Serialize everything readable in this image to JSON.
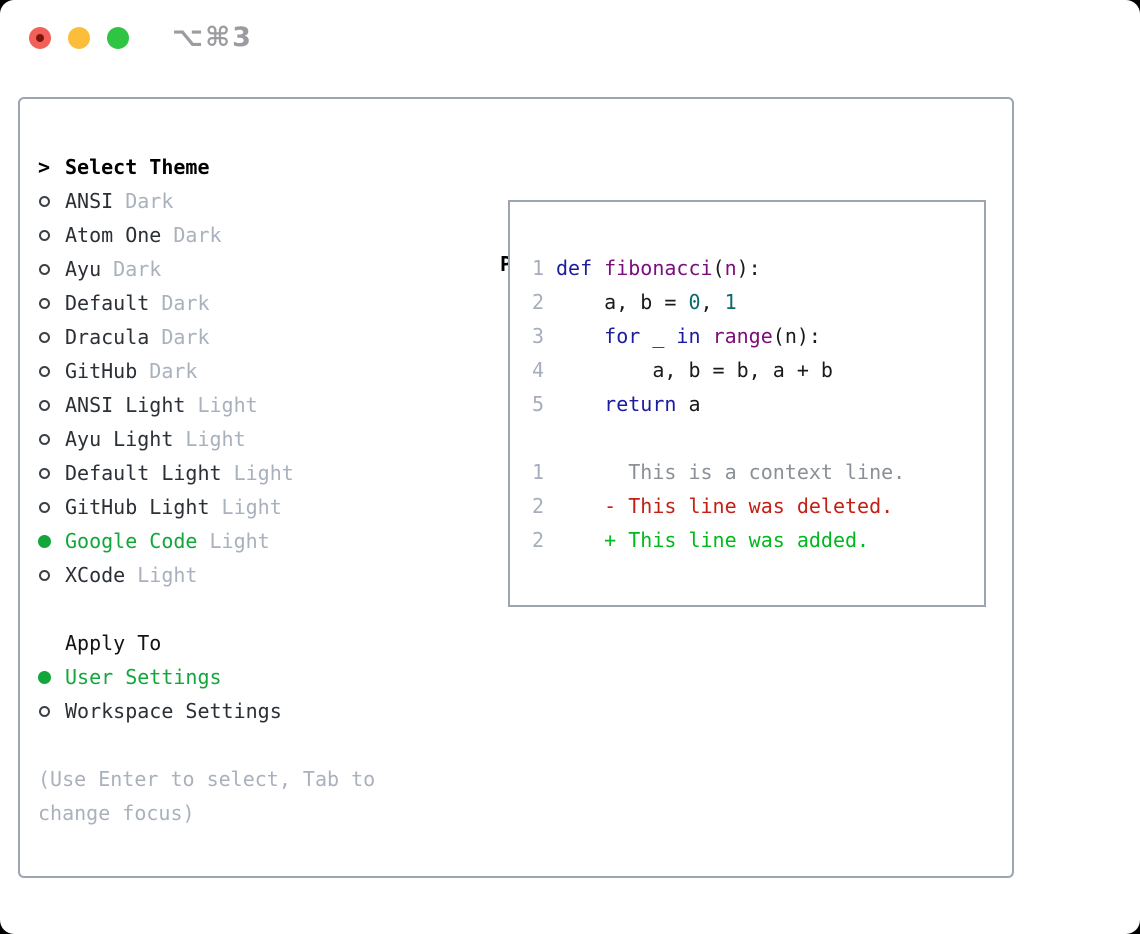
{
  "window": {
    "hotkey": "⌥⌘3",
    "traffic_lights": [
      "close",
      "minimize",
      "zoom"
    ]
  },
  "colors": {
    "accent_green": "#13a63a",
    "muted": "#a9b1bd",
    "panel_border": "#9da5b1",
    "keyword_blue": "#1c1c9f",
    "function_purple": "#7c0d7c",
    "number_teal": "#0a6a6a",
    "diff_red": "#c32015",
    "diff_green": "#02b91d",
    "diff_context_gray": "#8b9096"
  },
  "theme_list": {
    "prompt": ">",
    "header": "Select Theme",
    "items": [
      {
        "name": "ANSI",
        "variant": "Dark",
        "selected": false
      },
      {
        "name": "Atom One",
        "variant": "Dark",
        "selected": false
      },
      {
        "name": "Ayu",
        "variant": "Dark",
        "selected": false
      },
      {
        "name": "Default",
        "variant": "Dark",
        "selected": false
      },
      {
        "name": "Dracula",
        "variant": "Dark",
        "selected": false
      },
      {
        "name": "GitHub",
        "variant": "Dark",
        "selected": false
      },
      {
        "name": "ANSI Light",
        "variant": "Light",
        "selected": false
      },
      {
        "name": "Ayu Light",
        "variant": "Light",
        "selected": false
      },
      {
        "name": "Default Light",
        "variant": "Light",
        "selected": false
      },
      {
        "name": "GitHub Light",
        "variant": "Light",
        "selected": false
      },
      {
        "name": "Google Code",
        "variant": "Light",
        "selected": true
      },
      {
        "name": "XCode",
        "variant": "Light",
        "selected": false
      }
    ]
  },
  "apply_to": {
    "header": "Apply To",
    "options": [
      {
        "label": "User Settings",
        "selected": true
      },
      {
        "label": "Workspace Settings",
        "selected": false
      }
    ]
  },
  "footer": {
    "line1": "(Use Enter to select, Tab to",
    "line2": "change focus)"
  },
  "preview": {
    "title": "Preview",
    "code_lines": [
      {
        "num": "1",
        "segments": [
          [
            "def",
            "kw"
          ],
          [
            " ",
            "plain"
          ],
          [
            "fibonacci",
            "fn"
          ],
          [
            "(",
            "plain"
          ],
          [
            "n",
            "fn"
          ],
          [
            "):",
            "plain"
          ]
        ]
      },
      {
        "num": "2",
        "segments": [
          [
            "    a, b = ",
            "plain"
          ],
          [
            "0",
            "num"
          ],
          [
            ", ",
            "plain"
          ],
          [
            "1",
            "num"
          ]
        ]
      },
      {
        "num": "3",
        "segments": [
          [
            "    ",
            "plain"
          ],
          [
            "for",
            "kw"
          ],
          [
            " _ ",
            "plain"
          ],
          [
            "in",
            "kw"
          ],
          [
            " ",
            "plain"
          ],
          [
            "range",
            "fn"
          ],
          [
            "(n):",
            "plain"
          ]
        ]
      },
      {
        "num": "4",
        "segments": [
          [
            "        a, b = b, a + b",
            "plain"
          ]
        ]
      },
      {
        "num": "5",
        "segments": [
          [
            "    ",
            "plain"
          ],
          [
            "return",
            "kw"
          ],
          [
            " a",
            "plain"
          ]
        ]
      }
    ],
    "diff_lines": [
      {
        "num": "1",
        "text": "      This is a context line.",
        "type": "context"
      },
      {
        "num": "2",
        "text": "    - This line was deleted.",
        "type": "deleted"
      },
      {
        "num": "2",
        "text": "    + This line was added.",
        "type": "added"
      }
    ]
  }
}
